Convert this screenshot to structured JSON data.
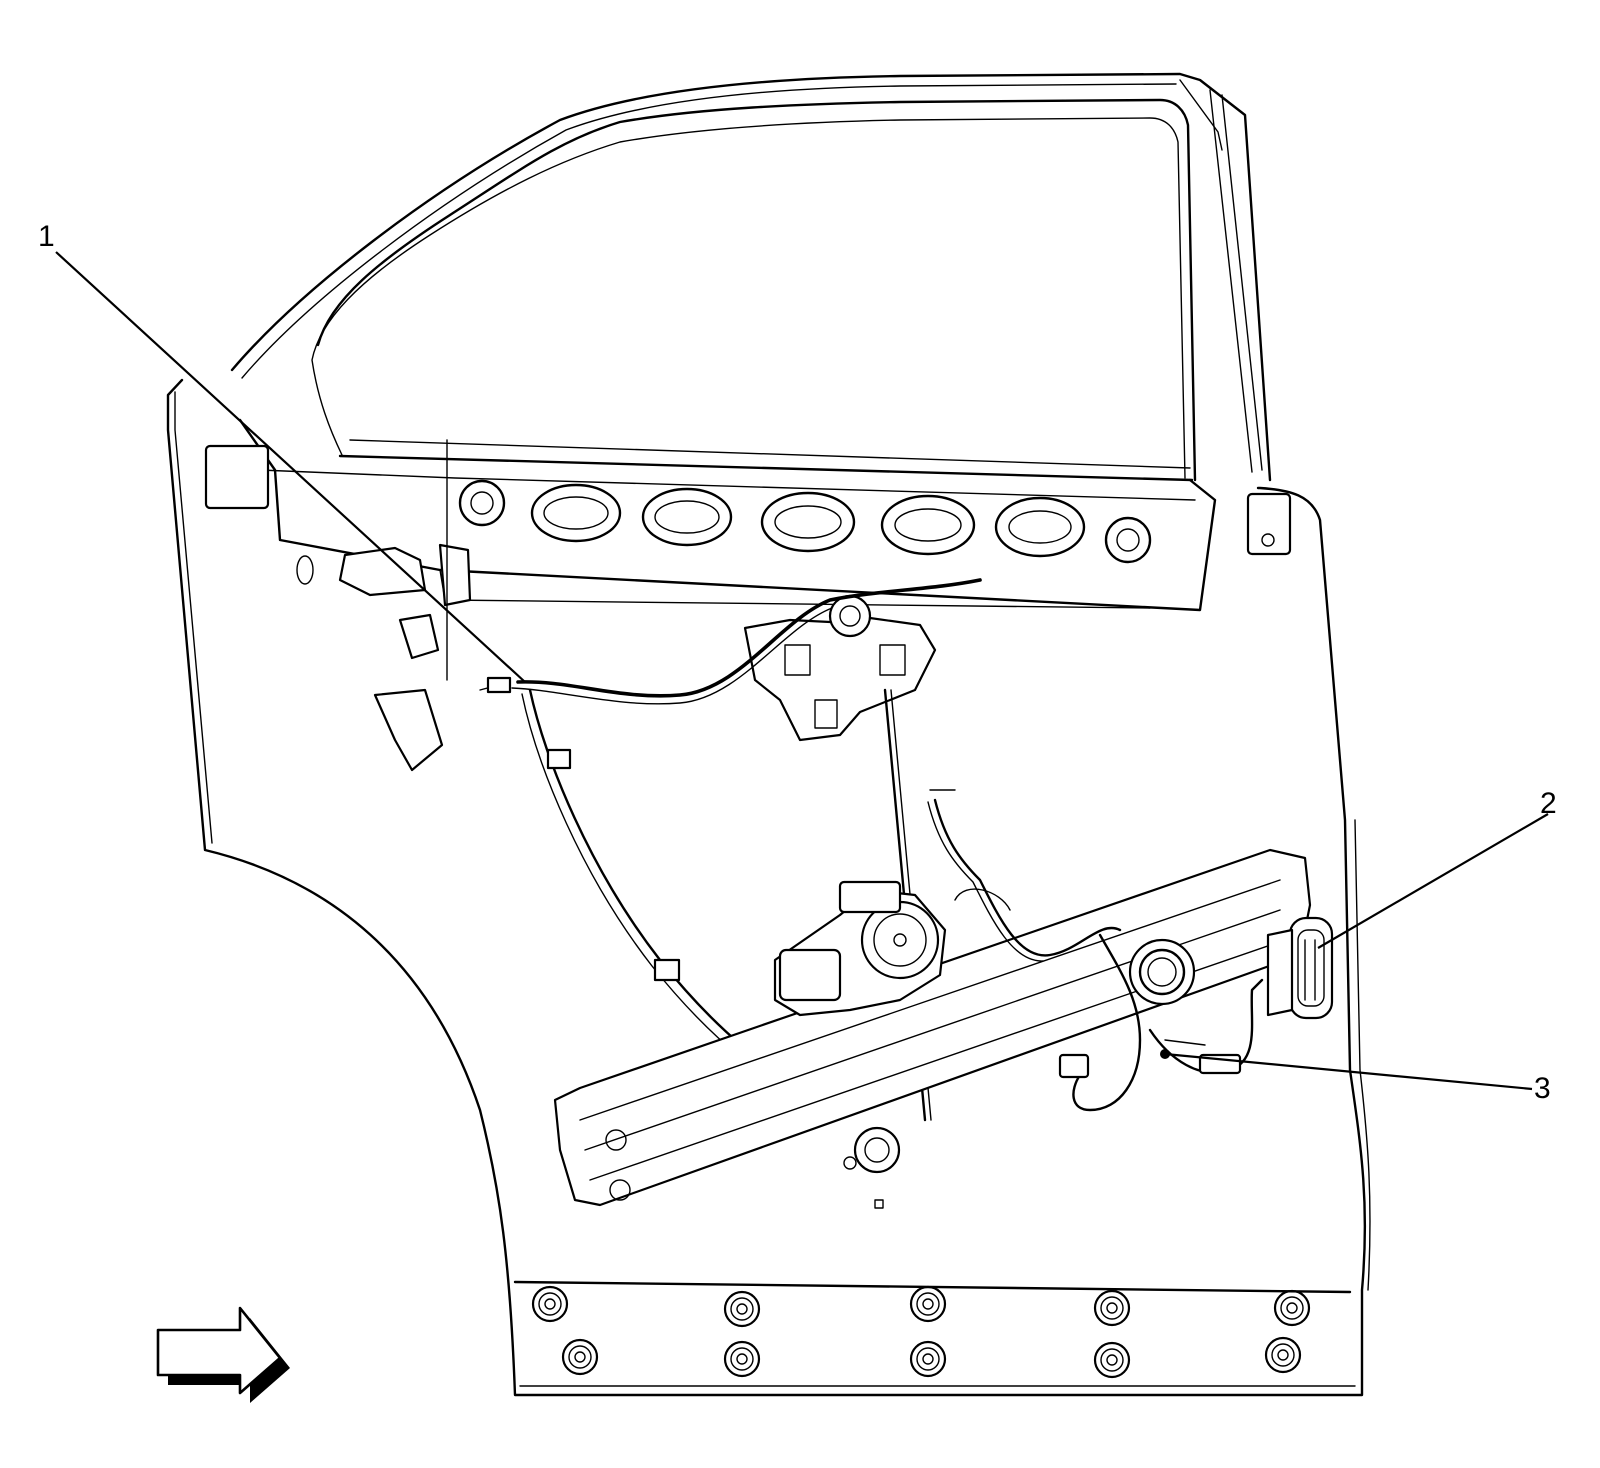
{
  "callouts": [
    {
      "id": "1",
      "label": "1"
    },
    {
      "id": "2",
      "label": "2"
    },
    {
      "id": "3",
      "label": "3"
    }
  ],
  "icons": {
    "direction": "arrow-right-icon"
  },
  "colors": {
    "line": "#000000",
    "background": "#ffffff"
  }
}
